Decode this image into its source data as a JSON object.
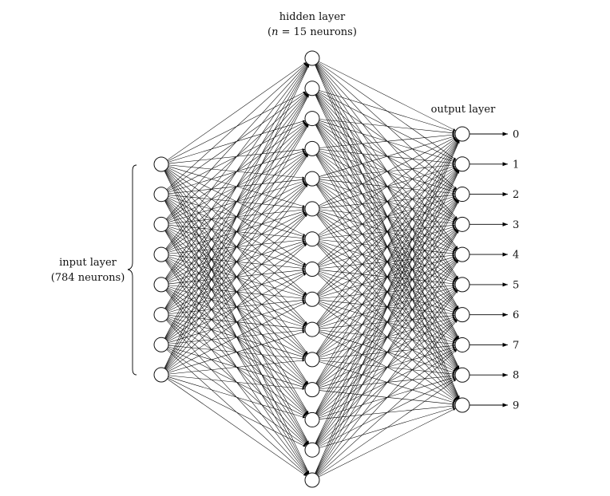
{
  "layers": {
    "input": {
      "title": "input layer",
      "subtitle": "(784 neurons)",
      "visible_neurons": 8
    },
    "hidden": {
      "title": "hidden layer",
      "subtitle_prefix": "(",
      "subtitle_var": "n",
      "subtitle_suffix": " = 15 neurons)",
      "visible_neurons": 15
    },
    "output": {
      "title": "output layer",
      "visible_neurons": 10,
      "output_labels": [
        "0",
        "1",
        "2",
        "3",
        "4",
        "5",
        "6",
        "7",
        "8",
        "9"
      ]
    }
  },
  "colors": {
    "stroke": "#000000",
    "node_fill": "#ffffff",
    "text": "#111111"
  }
}
